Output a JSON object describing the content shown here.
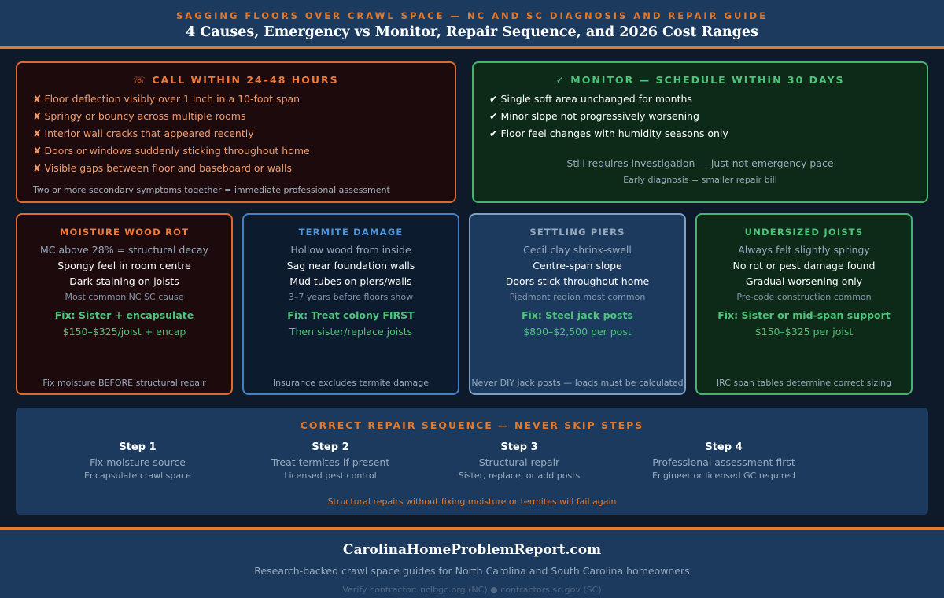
{
  "header": {
    "kicker": "SAGGING FLOORS OVER CRAWL SPACE — NC AND SC DIAGNOSIS AND REPAIR GUIDE",
    "title": "4 Causes, Emergency vs Monitor, Repair Sequence, and 2026 Cost Ranges"
  },
  "emergency": {
    "title": "☏ CALL WITHIN 24–48 HOURS",
    "items": [
      "✘ Floor deflection visibly over 1 inch in a 10-foot span",
      "✘ Springy or bouncy across multiple rooms",
      "✘ Interior wall cracks that appeared recently",
      "✘ Doors or windows suddenly sticking throughout home",
      "✘ Visible gaps between floor and baseboard or walls"
    ],
    "footnote": "Two or more secondary symptoms together = immediate professional assessment"
  },
  "monitor": {
    "title": "✓ MONITOR — SCHEDULE WITHIN 30 DAYS",
    "items": [
      "✔ Single soft area unchanged for months",
      "✔ Minor slope not progressively worsening",
      "✔ Floor feel changes with humidity seasons only"
    ],
    "note1": "Still requires investigation — just not emergency pace",
    "note2": "Early diagnosis = smaller repair bill"
  },
  "causes": [
    {
      "title": "MOISTURE WOOD ROT",
      "l1": "MC above 28% = structural decay",
      "l2": "Spongy feel in room centre",
      "l3": "Dark staining on joists",
      "note": "Most common NC SC cause",
      "fix": "Fix: Sister + encapsulate",
      "cost": "$150–$325/joist + encap",
      "foot": "Fix moisture BEFORE structural repair"
    },
    {
      "title": "TERMITE DAMAGE",
      "l1": "Hollow wood from inside",
      "l2": "Sag near foundation walls",
      "l3": "Mud tubes on piers/walls",
      "note": "3–7 years before floors show",
      "fix": "Fix: Treat colony FIRST",
      "cost": "Then sister/replace joists",
      "foot": "Insurance excludes termite damage"
    },
    {
      "title": "SETTLING PIERS",
      "l1": "Cecil clay shrink-swell",
      "l2": "Centre-span slope",
      "l3": "Doors stick throughout home",
      "note": "Piedmont region most common",
      "fix": "Fix: Steel jack posts",
      "cost": "$800–$2,500 per post",
      "foot": "Never DIY jack posts — loads must be calculated"
    },
    {
      "title": "UNDERSIZED JOISTS",
      "l1": "Always felt slightly springy",
      "l2": "No rot or pest damage found",
      "l3": "Gradual worsening only",
      "note": "Pre-code construction common",
      "fix": "Fix: Sister or mid-span support",
      "cost": "$150–$325 per joist",
      "foot": "IRC span tables determine correct sizing"
    }
  ],
  "sequence": {
    "title": "CORRECT REPAIR SEQUENCE — NEVER SKIP STEPS",
    "steps": [
      {
        "label": "Step 1",
        "main": "Fix moisture source",
        "sub": "Encapsulate crawl space"
      },
      {
        "label": "Step 2",
        "main": "Treat termites if present",
        "sub": "Licensed pest control"
      },
      {
        "label": "Step 3",
        "main": "Structural repair",
        "sub": "Sister, replace, or add posts"
      },
      {
        "label": "Step 4",
        "main": "Professional assessment first",
        "sub": "Engineer or licensed GC required"
      }
    ],
    "warning": "Structural repairs without fixing moisture or termites will fail again"
  },
  "footer": {
    "site": "CarolinaHomeProblemReport.com",
    "tagline": "Research-backed crawl space guides for North Carolina and South Carolina homeowners",
    "verify": "Verify contractor: nclbgc.org (NC) ● contractors.sc.gov (SC)"
  },
  "colors": {
    "accent_orange": "#e27a2e",
    "green": "#4cc47a",
    "blue": "#3f82c8",
    "navy": "#1b3a5e"
  }
}
